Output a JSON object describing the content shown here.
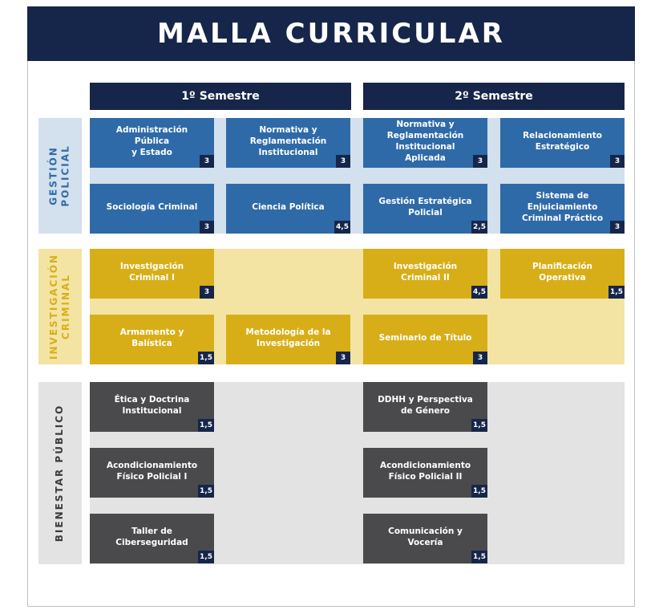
{
  "title": "MALLA CURRICULAR",
  "semesters": [
    "1º Semestre",
    "2º Semestre"
  ],
  "groups": [
    {
      "label": "GESTIÓN\nPOLICIAL",
      "label_color": "#2f6aa8",
      "band_color": "#d3e0ee"
    },
    {
      "label": "INVESTIGACIÓN\nCRIMINAL",
      "label_color": "#d8ae18",
      "band_color": "#f3e4a4"
    },
    {
      "label": "BIENESTAR PÚBLICO",
      "label_color": "#3c3c3e",
      "band_color": "#e3e3e4"
    }
  ],
  "courses": [
    {
      "name": "Administración Pública\ny Estado",
      "credits": "3",
      "group": 0,
      "col": 0,
      "row": 0
    },
    {
      "name": "Normativa y\nReglamentación\nInstitucional",
      "credits": "3",
      "group": 0,
      "col": 1,
      "row": 0
    },
    {
      "name": "Normativa y\nReglamentación\nInstitucional\nAplicada",
      "credits": "3",
      "group": 0,
      "col": 2,
      "row": 0
    },
    {
      "name": "Relacionamiento\nEstratégico",
      "credits": "3",
      "group": 0,
      "col": 3,
      "row": 0
    },
    {
      "name": "Sociología Criminal",
      "credits": "3",
      "group": 0,
      "col": 0,
      "row": 1
    },
    {
      "name": "Ciencia Política",
      "credits": "4,5",
      "group": 0,
      "col": 1,
      "row": 1
    },
    {
      "name": "Gestión Estratégica\nPolicial",
      "credits": "2,5",
      "group": 0,
      "col": 2,
      "row": 1
    },
    {
      "name": "Sistema de\nEnjuiciamiento\nCriminal Práctico",
      "credits": "3",
      "group": 0,
      "col": 3,
      "row": 1
    },
    {
      "name": "Investigación\nCriminal I",
      "credits": "3",
      "group": 1,
      "col": 0,
      "row": 0
    },
    {
      "name": "Investigación\nCriminal II",
      "credits": "4,5",
      "group": 1,
      "col": 2,
      "row": 0
    },
    {
      "name": "Planificación\nOperativa",
      "credits": "1,5",
      "group": 1,
      "col": 3,
      "row": 0
    },
    {
      "name": "Armamento y Balística",
      "credits": "1,5",
      "group": 1,
      "col": 0,
      "row": 1
    },
    {
      "name": "Metodología de la\nInvestigación",
      "credits": "3",
      "group": 1,
      "col": 1,
      "row": 1
    },
    {
      "name": "Seminario de Título",
      "credits": "3",
      "group": 1,
      "col": 2,
      "row": 1
    },
    {
      "name": "Ética y Doctrina\nInstitucional",
      "credits": "1,5",
      "group": 2,
      "col": 0,
      "row": 0
    },
    {
      "name": "DDHH y Perspectiva\nde Género",
      "credits": "1,5",
      "group": 2,
      "col": 2,
      "row": 0
    },
    {
      "name": "Acondicionamiento\nFísico Policial I",
      "credits": "1,5",
      "group": 2,
      "col": 0,
      "row": 1
    },
    {
      "name": "Acondicionamiento\nFísico Policial II",
      "credits": "1,5",
      "group": 2,
      "col": 2,
      "row": 1
    },
    {
      "name": "Taller de\nCiberseguridad",
      "credits": "1,5",
      "group": 2,
      "col": 0,
      "row": 2
    },
    {
      "name": "Comunicación y\nVocería",
      "credits": "1,5",
      "group": 2,
      "col": 2,
      "row": 2
    }
  ],
  "colors": {
    "navy": "#16264a",
    "blue": "#2f6aa8",
    "gold": "#d8ae18",
    "gray": "#4a4a4c"
  }
}
